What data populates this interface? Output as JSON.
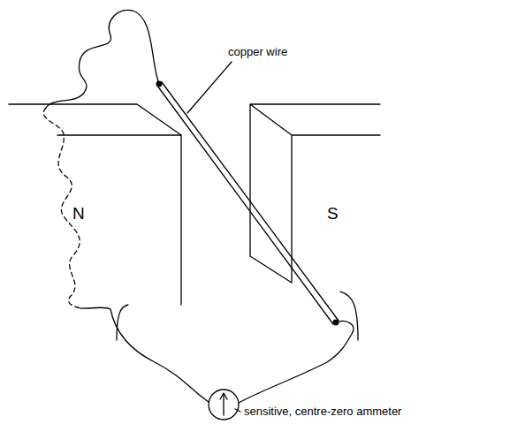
{
  "diagram": {
    "labels": [
      "N",
      "S",
      "copper wire",
      "sensitive, centre-zero ammeter"
    ]
  }
}
